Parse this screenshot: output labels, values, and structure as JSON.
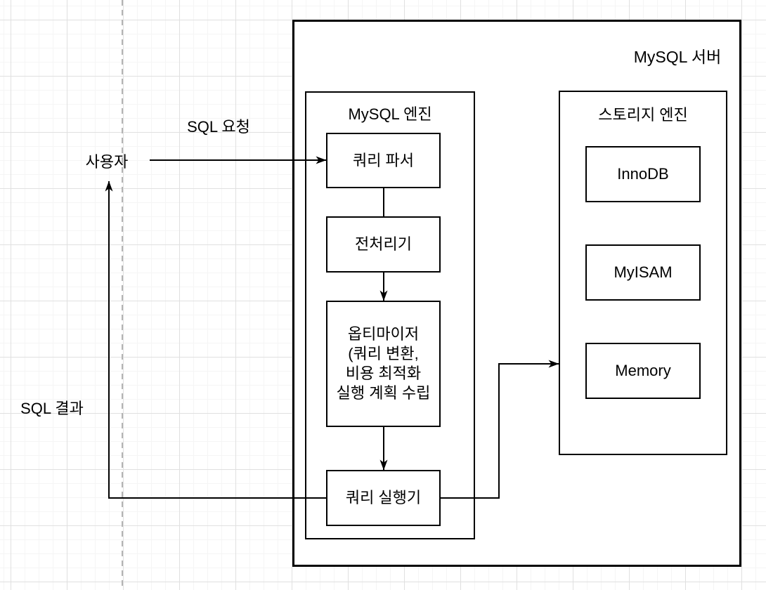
{
  "diagram": {
    "server_title": "MySQL 서버",
    "labels": {
      "user": "사용자",
      "sql_request": "SQL 요청",
      "sql_result": "SQL 결과"
    },
    "mysql_engine": {
      "title": "MySQL 엔진",
      "query_parser": "쿼리 파서",
      "preprocessor": "전처리기",
      "optimizer": "옵티마이저\n(쿼리 변환,\n비용 최적화\n실행 계획 수립",
      "query_executor": "쿼리 실행기"
    },
    "storage_engine": {
      "title": "스토리지 엔진",
      "engines": [
        "InnoDB",
        "MyISAM",
        "Memory"
      ]
    },
    "colors": {
      "stroke": "#000000",
      "box_fill": "#ffffff",
      "grid_minor": "#f5f5f5",
      "grid_major": "#e0e0e0",
      "guide_dash": "#b3b3b3"
    }
  }
}
